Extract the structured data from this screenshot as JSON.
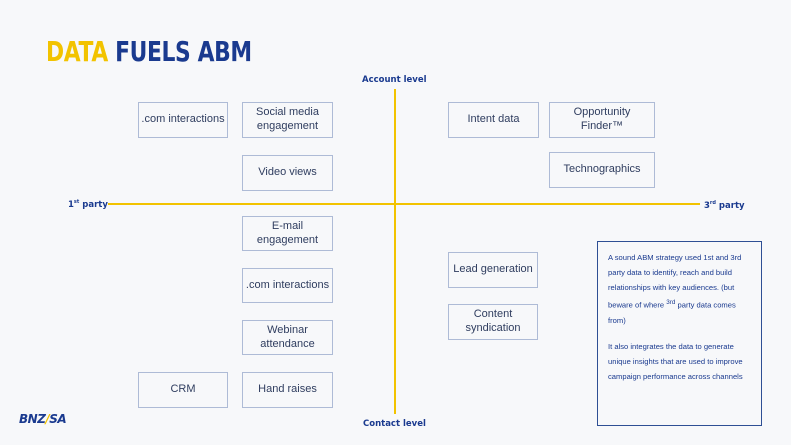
{
  "title": {
    "word1": "DATA",
    "word2": "FUELS ABM"
  },
  "axes": {
    "top": "Account level",
    "bottom": "Contact level",
    "left": "1st party",
    "right": "3rd party"
  },
  "boxes": {
    "com_interactions_top": ".com interactions",
    "social_media": "Social media engagement",
    "video_views": "Video views",
    "intent_data": "Intent data",
    "opportunity_finder": "Opportunity Finder™",
    "technographics": "Technographics",
    "email_engagement": "E-mail engagement",
    "com_interactions_bottom": ".com interactions",
    "webinar": "Webinar attendance",
    "crm": "CRM",
    "hand_raises": "Hand raises",
    "lead_generation": "Lead generation",
    "content_syndication": "Content syndication"
  },
  "note": {
    "para1_a": "A sound ABM strategy used 1st and 3rd party data to identify, reach and build relationships with key audiences. (but beware of where ",
    "para1_sup": "3rd",
    "para1_b": " party data comes from)",
    "para2": "It also integrates the data to generate unique insights that are used to improve campaign performance across channels"
  },
  "logo": {
    "part1": "BNZ",
    "slash": "/",
    "part2": "SA"
  },
  "colors": {
    "yellow": "#f2c300",
    "navy": "#1a3a8f",
    "box_border": "#aebbd6",
    "text": "#2f3d5f"
  }
}
